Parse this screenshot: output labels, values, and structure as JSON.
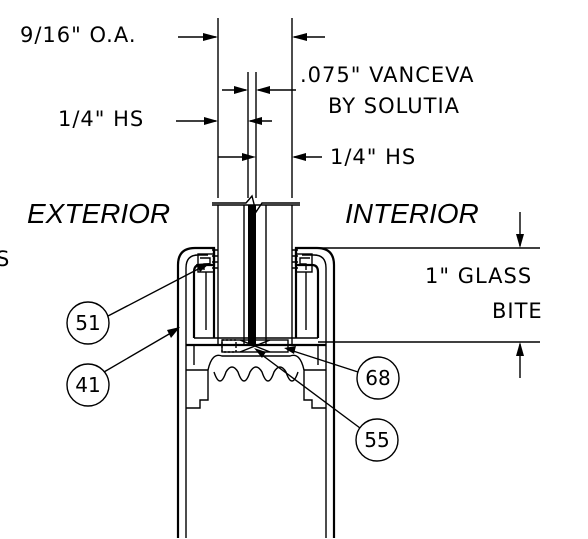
{
  "dimensions": {
    "overall_thickness": "9/16\" O.A.",
    "interlayer_line1": ".075\" VANCEVA",
    "interlayer_line2": "BY SOLUTIA",
    "outer_lite": "1/4\" HS",
    "inner_lite": "1/4\" HS",
    "glass_bite_line1": "1\" GLASS",
    "glass_bite_line2": "BITE",
    "cut_off_left": "S"
  },
  "sides": {
    "exterior": "EXTERIOR",
    "interior": "INTERIOR"
  },
  "callouts": [
    {
      "id": "51"
    },
    {
      "id": "41"
    },
    {
      "id": "68"
    },
    {
      "id": "55"
    }
  ]
}
